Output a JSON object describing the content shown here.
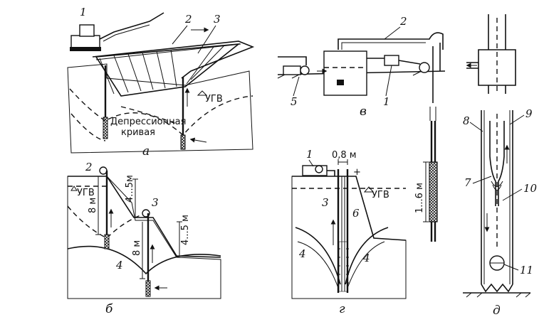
{
  "labels": {
    "a": {
      "n1": "1",
      "n2": "2",
      "n3": "3",
      "ugv": "УГВ",
      "curve_line1": "Депрессионная",
      "curve_line2": "кривая",
      "caption": "а"
    },
    "v": {
      "n2": "2",
      "n5": "5",
      "n1": "1",
      "caption": "в"
    },
    "b": {
      "n2": "2",
      "n3": "3",
      "n4": "4",
      "ugv": "УГВ",
      "dim_45": "4...5м",
      "dim_8a": "8 м",
      "dim_8b": "8 м",
      "dim_45b": "4...5 м",
      "caption": "б"
    },
    "g": {
      "n1": "1",
      "n3": "3",
      "n6": "6",
      "n4a": "4",
      "n4b": "4",
      "dim_08": "0,8 м",
      "plus": "+",
      "ugv": "УГВ",
      "caption": "г"
    },
    "mid": {
      "dim_16": "1...6 м"
    },
    "d": {
      "n8": "8",
      "n9": "9",
      "n7": "7",
      "n10": "10",
      "n11": "11",
      "caption": "д"
    }
  }
}
